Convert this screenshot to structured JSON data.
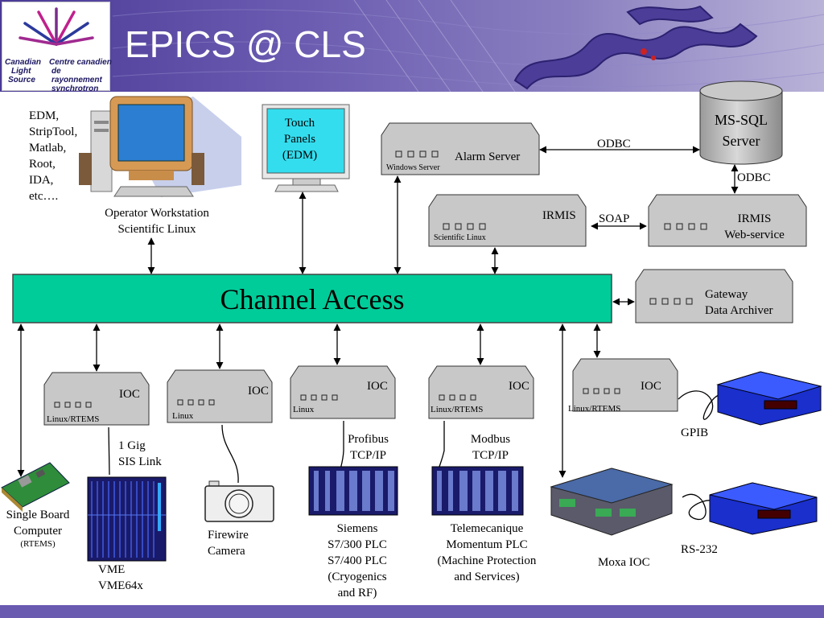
{
  "slide": {
    "title": "EPICS @ CLS",
    "logo": {
      "line1": [
        "Canadian",
        "Light",
        "Source"
      ],
      "line2": [
        "Centre canadien",
        "de rayonnement",
        "synchrotron"
      ]
    }
  },
  "colors": {
    "banner": "#5a4aa6",
    "bus": "#00cc99",
    "box": "#c8c8c8",
    "server": "#c0c0c0"
  },
  "diagram": {
    "bus_label": "Channel Access",
    "workstation": {
      "apps": [
        "EDM,",
        "StripTool,",
        "Matlab,",
        "Root,",
        "IDA,",
        "etc…."
      ],
      "label1": "Operator Workstation",
      "label2": "Scientific Linux"
    },
    "touch": [
      "Touch",
      "Panels",
      "(EDM)"
    ],
    "alarm": {
      "label": "Alarm Server",
      "os": "Windows Server"
    },
    "db": [
      "MS-SQL",
      "Server"
    ],
    "link_odbc1": "ODBC",
    "link_odbc2": "ODBC",
    "irmis": {
      "label": "IRMIS",
      "os": "Scientific Linux"
    },
    "link_soap": "SOAP",
    "irmis_ws": [
      "IRMIS",
      "Web-service"
    ],
    "gateway": [
      "Gateway",
      "Data Archiver"
    ],
    "iocs": [
      {
        "label": "IOC",
        "os": "Linux/RTEMS"
      },
      {
        "label": "IOC",
        "os": "Linux"
      },
      {
        "label": "IOC",
        "os": "Linux"
      },
      {
        "label": "IOC",
        "os": "Linux/RTEMS"
      },
      {
        "label": "IOC",
        "os": "Linux/RTEMS"
      }
    ],
    "vme_link": [
      "1 Gig",
      "SIS Link"
    ],
    "sbc": [
      "Single Board",
      "Computer",
      "(RTEMS)"
    ],
    "vme": [
      "VME",
      "VME64x"
    ],
    "camera": [
      "Firewire",
      "Camera"
    ],
    "profibus": [
      "Profibus",
      "TCP/IP"
    ],
    "siemens": [
      "Siemens",
      "S7/300 PLC",
      "S7/400 PLC",
      "(Cryogenics",
      "and RF)"
    ],
    "modbus": [
      "Modbus",
      "TCP/IP"
    ],
    "telemec": [
      "Telemecanique",
      "Momentum PLC",
      "(Machine Protection",
      "and Services)"
    ],
    "moxa": "Moxa IOC",
    "gpib": "GPIB",
    "rs232": "RS-232"
  }
}
